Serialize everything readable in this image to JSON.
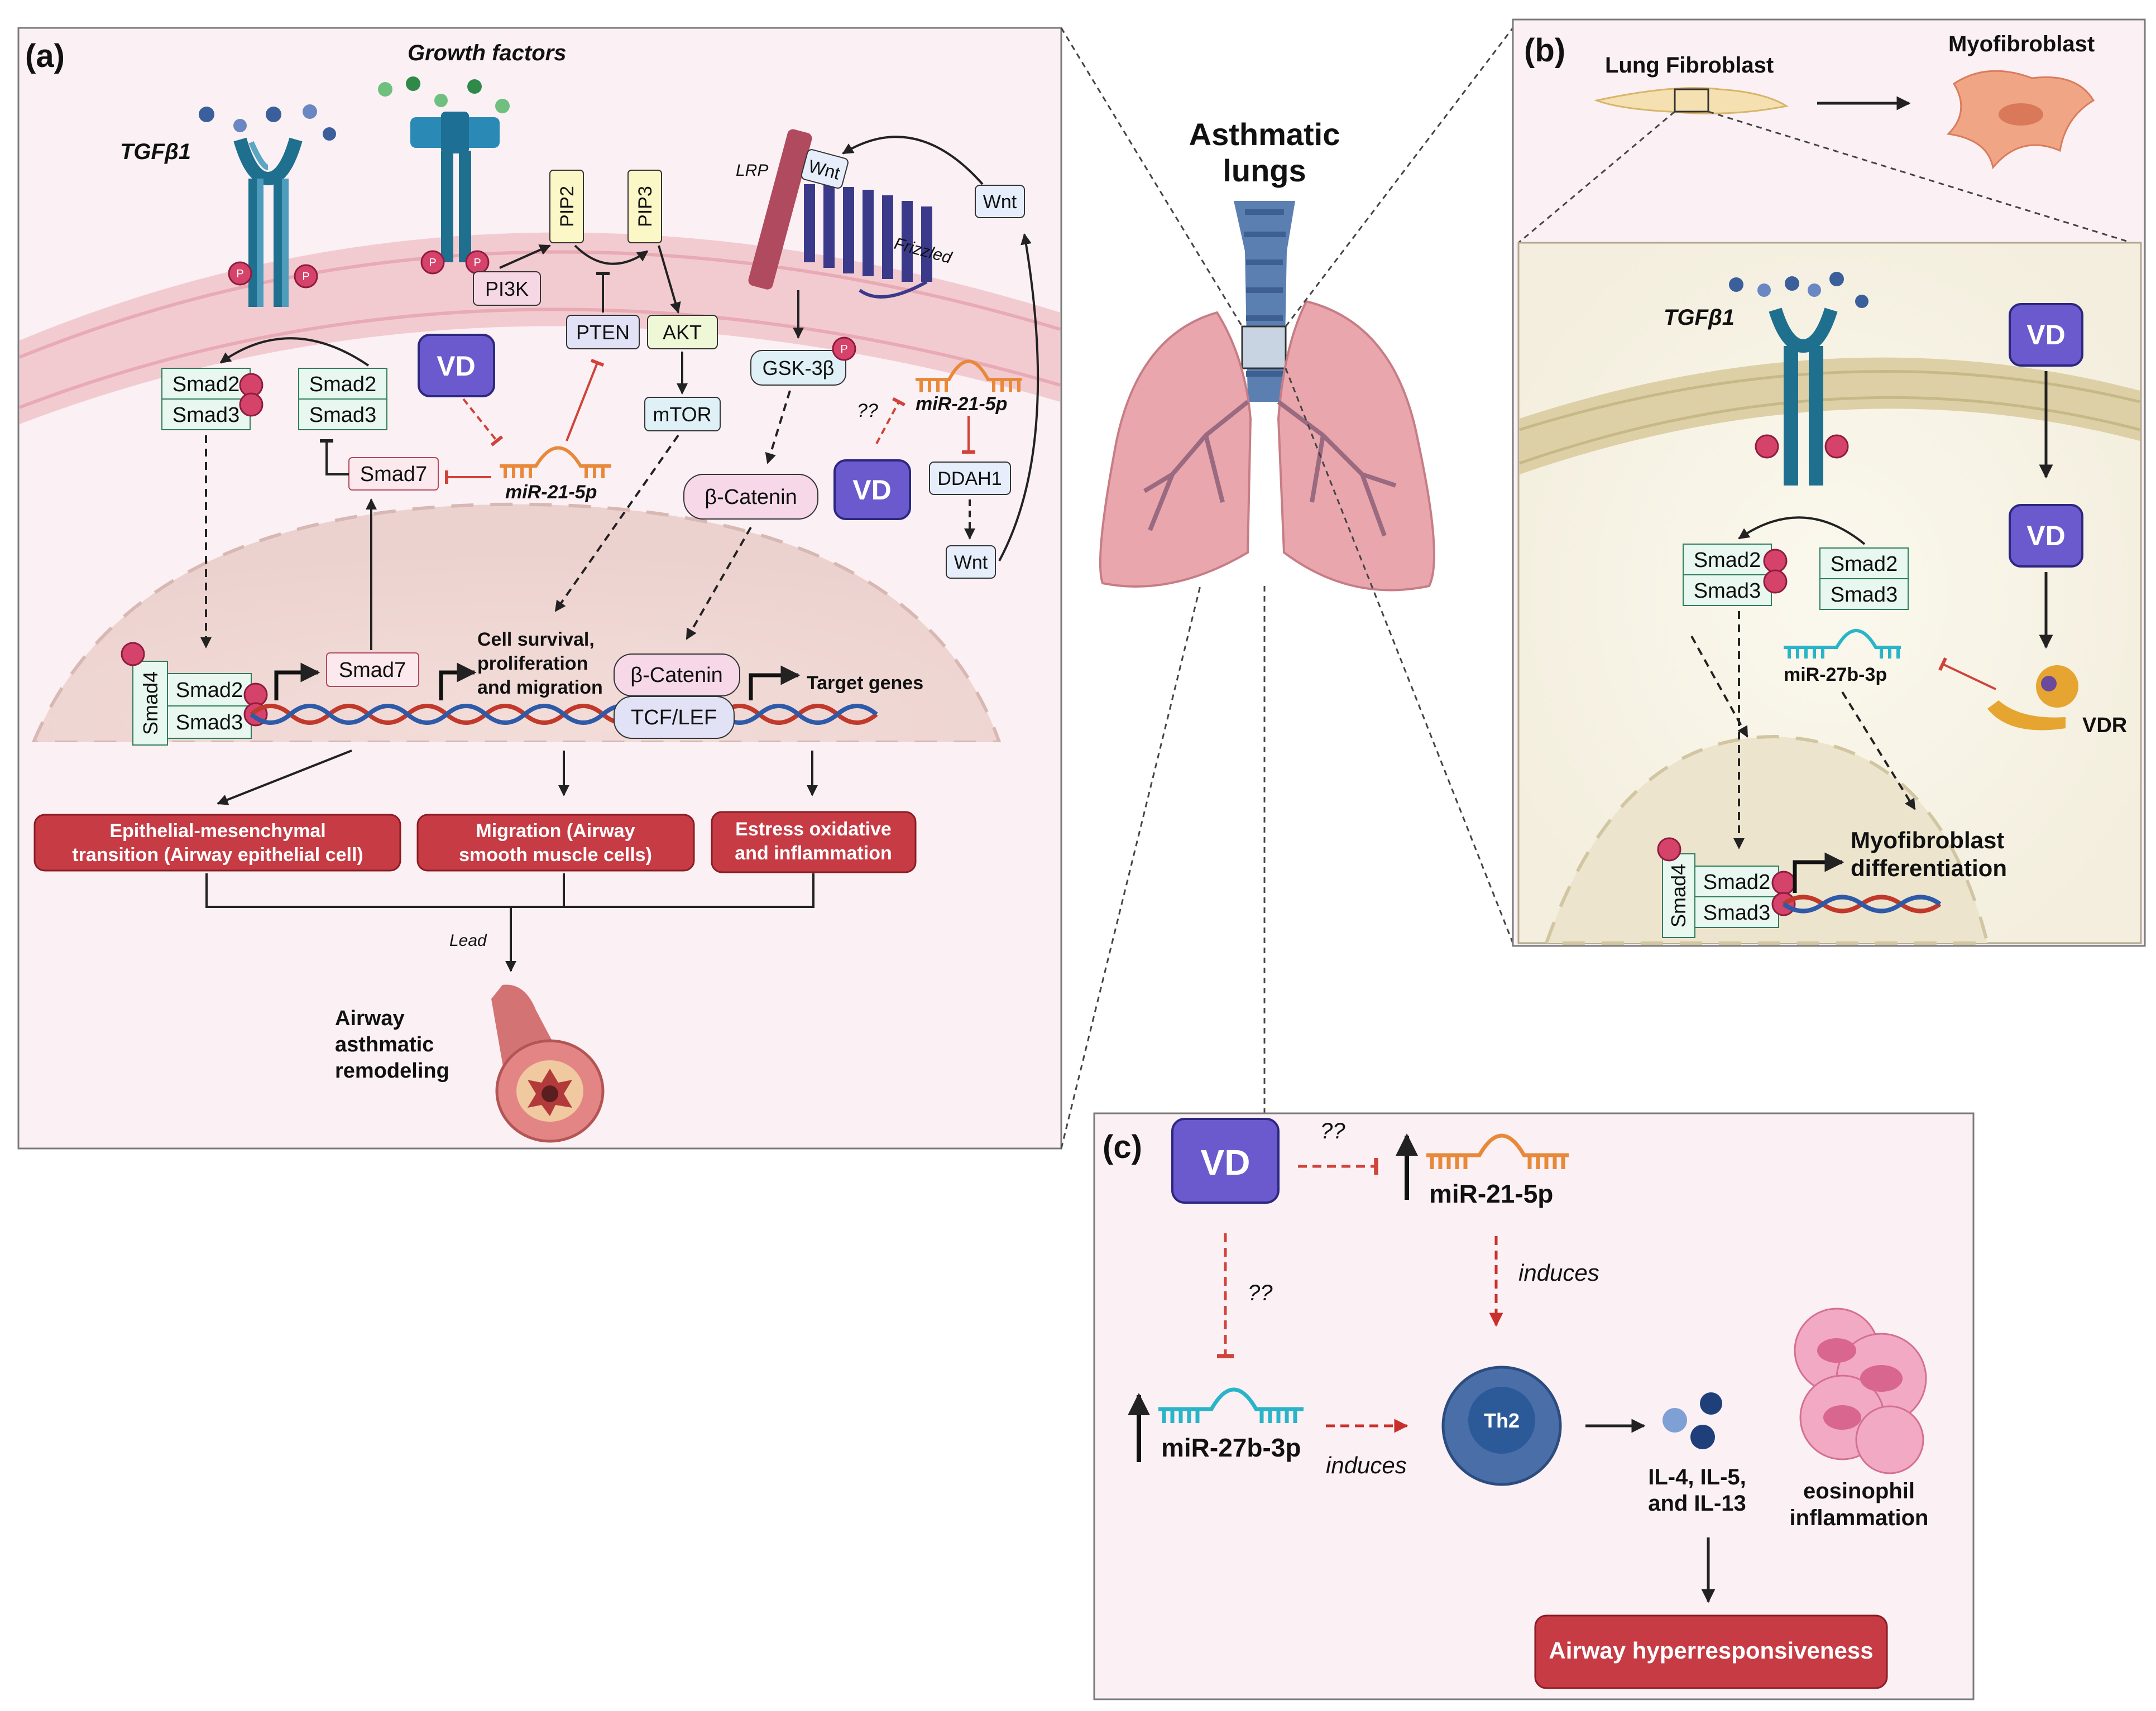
{
  "center": {
    "title_line1": "Asthmatic",
    "title_line2": "lungs"
  },
  "panel_a": {
    "label": "(a)",
    "growth_factors": "Growth factors",
    "tgfb1": "TGFβ1",
    "p": "P",
    "pi3k": "PI3K",
    "pip2": "PIP2",
    "pip3": "PIP3",
    "pten": "PTEN",
    "akt": "AKT",
    "mtor": "mTOR",
    "lrp": "LRP",
    "wnt": "Wnt",
    "frizzled": "Frizzled",
    "gsk3b": "GSK-3β",
    "b_catenin": "β-Catenin",
    "tcf_lef": "TCF/LEF",
    "smad2": "Smad2",
    "smad3": "Smad3",
    "smad4": "Smad4",
    "smad7": "Smad7",
    "vd": "VD",
    "mir21": "miR-21-5p",
    "qq": "??",
    "ddah1": "DDAH1",
    "survival_line1": "Cell survival,",
    "survival_line2": "proliferation",
    "survival_line3": "and migration",
    "target_genes": "Target genes",
    "emt_line1": "Epithelial-mesenchymal",
    "emt_line2": "transition (Airway epithelial cell)",
    "migration_line1": "Migration (Airway",
    "migration_line2": "smooth muscle cells)",
    "stress_line1": "Estress oxidative",
    "stress_line2": "and inflammation",
    "lead": "Lead",
    "remodel_line1": "Airway",
    "remodel_line2": "asthmatic",
    "remodel_line3": "remodeling"
  },
  "panel_b": {
    "label": "(b)",
    "lung_fibroblast": "Lung Fibroblast",
    "myofibroblast": "Myofibroblast",
    "tgfb1": "TGFβ1",
    "vd": "VD",
    "smad2": "Smad2",
    "smad3": "Smad3",
    "smad4": "Smad4",
    "mir27": "miR-27b-3p",
    "vdr": "VDR",
    "myo_line1": "Myofibroblast",
    "myo_line2": "differentiation"
  },
  "panel_c": {
    "label": "(c)",
    "vd": "VD",
    "qq": "??",
    "mir21": "miR-21-5p",
    "mir27": "miR-27b-3p",
    "induces": "induces",
    "th2": "Th2",
    "il_line1": "IL-4, IL-5,",
    "il_line2": "and IL-13",
    "eos_line1": "eosinophil",
    "eos_line2": "inflammation",
    "ahr": "Airway hyperresponsiveness"
  },
  "colors": {
    "panel_fill": "#fbf0f4",
    "vd_purple": "#6a5acd",
    "red_box": "#c73b44",
    "inhibit_red": "#d0433a",
    "receptor_blue": "#1f6f8e",
    "smad_green": "#e8f7ef",
    "mir21_orange": "#e8893a",
    "mir27_cyan": "#2ab4c8",
    "lung_pink": "#e9a6ad"
  }
}
